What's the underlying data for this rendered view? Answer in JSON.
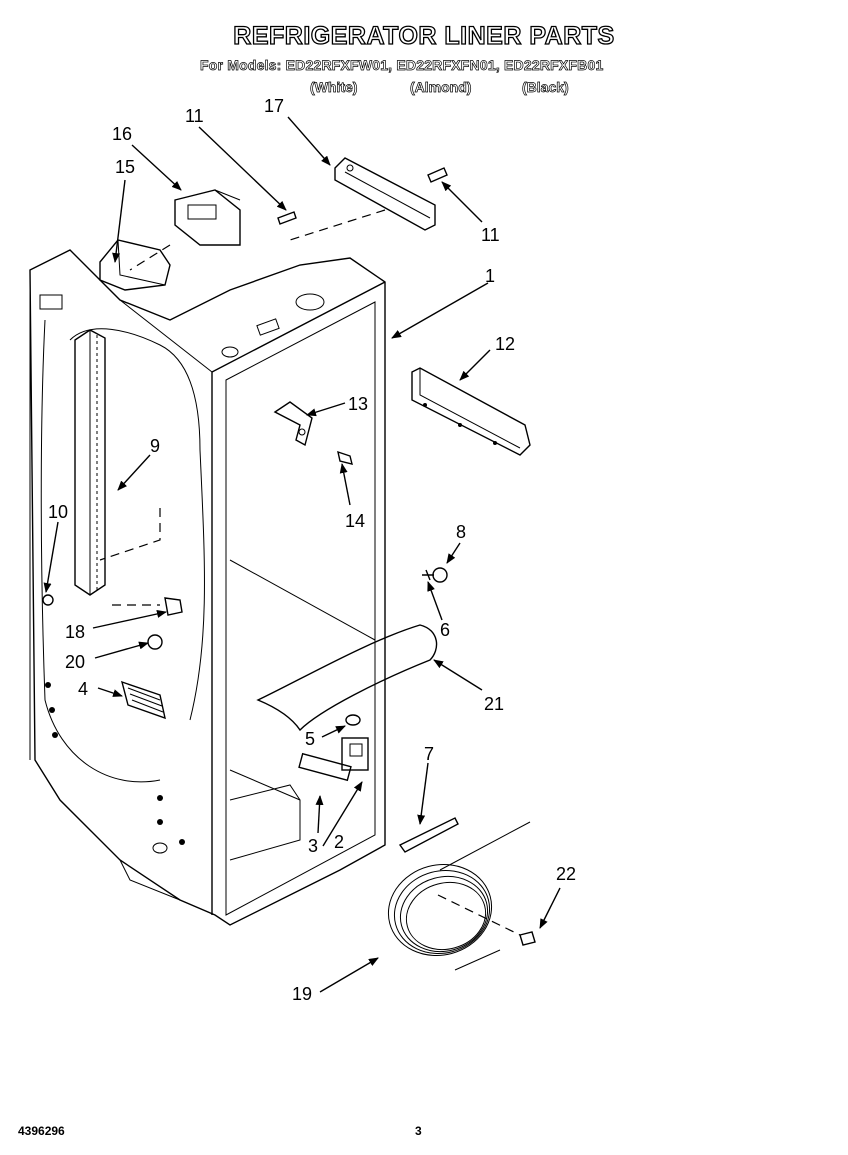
{
  "header": {
    "title": "REFRIGERATOR LINER PARTS",
    "models_line": "For Models: ED22RFXFW01, ED22RFXFN01, ED22RFXFB01",
    "colors": [
      "(White)",
      "(Almond)",
      "(Black)"
    ]
  },
  "callouts": {
    "c1": "1",
    "c2": "2",
    "c3": "3",
    "c4": "4",
    "c5": "5",
    "c6": "6",
    "c7": "7",
    "c8": "8",
    "c9": "9",
    "c10": "10",
    "c11a": "11",
    "c11b": "11",
    "c12": "12",
    "c13": "13",
    "c14": "14",
    "c15": "15",
    "c16": "16",
    "c17": "17",
    "c18": "18",
    "c19": "19",
    "c20": "20",
    "c21": "21",
    "c22": "22"
  },
  "footer": {
    "part_number": "4396296",
    "page_number": "3"
  }
}
